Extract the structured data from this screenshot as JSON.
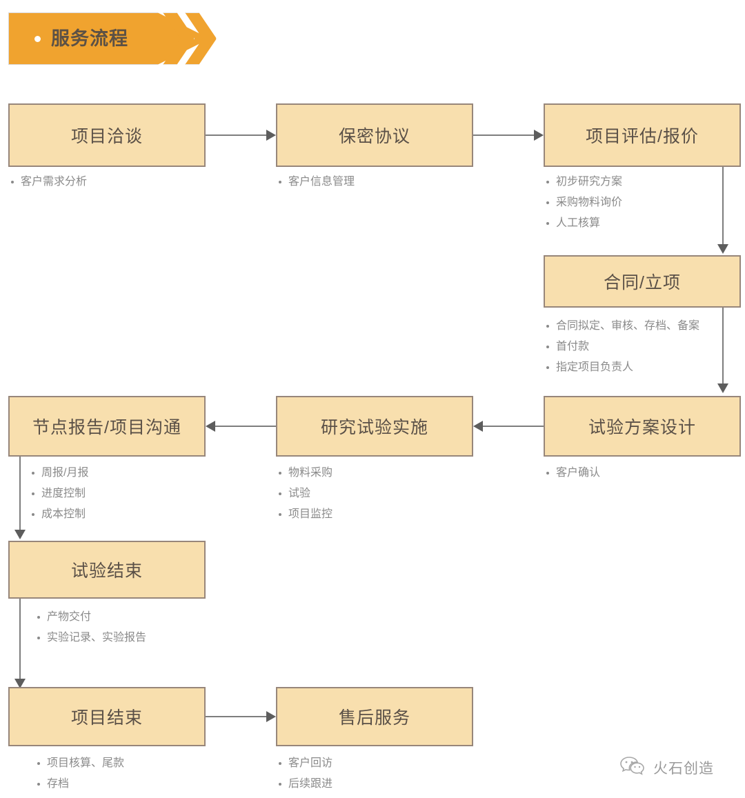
{
  "banner": {
    "title": "服务流程",
    "bullet_icon": "circle-dot",
    "color": "#f0a32f"
  },
  "theme": {
    "node_fill": "#f8dfae",
    "node_border": "#97867a",
    "node_text": "#5a5047",
    "bullet_text": "#8a8a8a",
    "connector": "#7d7d7d"
  },
  "nodes": [
    {
      "id": "n1",
      "label": "项目洽谈",
      "bullets": [
        "客户需求分析"
      ]
    },
    {
      "id": "n2",
      "label": "保密协议",
      "bullets": [
        "客户信息管理"
      ]
    },
    {
      "id": "n3",
      "label": "项目评估/报价",
      "bullets": [
        "初步研究方案",
        "采购物料询价",
        "人工核算"
      ]
    },
    {
      "id": "n4",
      "label": "合同/立项",
      "bullets": [
        "合同拟定、审核、存档、备案",
        "首付款",
        "指定项目负责人"
      ]
    },
    {
      "id": "n5",
      "label": "试验方案设计",
      "bullets": [
        "客户确认"
      ]
    },
    {
      "id": "n6",
      "label": "研究试验实施",
      "bullets": [
        "物料采购",
        "试验",
        "项目监控"
      ]
    },
    {
      "id": "n7",
      "label": "节点报告/项目沟通",
      "bullets": [
        "周报/月报",
        "进度控制",
        "成本控制"
      ]
    },
    {
      "id": "n8",
      "label": "试验结束",
      "bullets": [
        "产物交付",
        "实验记录、实验报告"
      ]
    },
    {
      "id": "n9",
      "label": "项目结束",
      "bullets": [
        "项目核算、尾款",
        "存档"
      ]
    },
    {
      "id": "n10",
      "label": "售后服务",
      "bullets": [
        "客户回访",
        "后续跟进"
      ]
    }
  ],
  "flow": [
    {
      "from": "项目洽谈",
      "to": "保密协议",
      "direction": "right"
    },
    {
      "from": "保密协议",
      "to": "项目评估/报价",
      "direction": "right"
    },
    {
      "from": "项目评估/报价",
      "to": "合同/立项",
      "direction": "down"
    },
    {
      "from": "合同/立项",
      "to": "试验方案设计",
      "direction": "down"
    },
    {
      "from": "试验方案设计",
      "to": "研究试验实施",
      "direction": "left"
    },
    {
      "from": "研究试验实施",
      "to": "节点报告/项目沟通",
      "direction": "left"
    },
    {
      "from": "节点报告/项目沟通",
      "to": "试验结束",
      "direction": "down"
    },
    {
      "from": "试验结束",
      "to": "项目结束",
      "direction": "down"
    },
    {
      "from": "项目结束",
      "to": "售后服务",
      "direction": "right"
    }
  ],
  "footer": {
    "brand": "火石创造",
    "icon": "wechat-icon"
  }
}
